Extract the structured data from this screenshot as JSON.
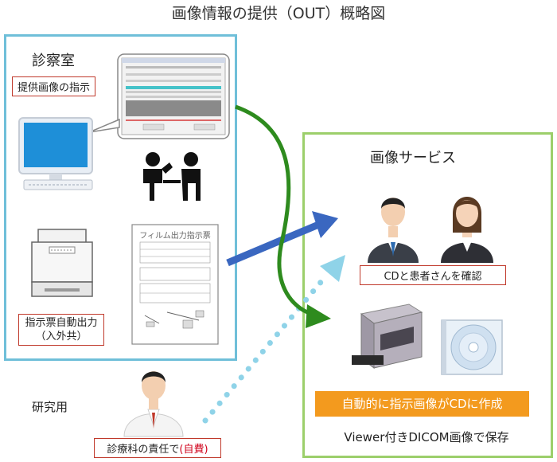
{
  "diagram": {
    "title": "画像情報の提供（OUT）概略図",
    "consult_room": {
      "heading": "診察室",
      "instruction_label": "提供画像の指示",
      "print_label_line1": "指示票自動出力",
      "print_label_line2": "（入外共）",
      "form_title": "フィルム出力指示票"
    },
    "image_service": {
      "heading": "画像サービス",
      "confirm_label": "CDと患者さんを確認",
      "auto_label": "自動的に指示画像がCDに作成",
      "save_label": "Viewer付きDICOM画像で保存"
    },
    "research": {
      "label": "研究用",
      "note_prefix": "診療科の責任で",
      "note_highlight": "(自費)"
    },
    "colors": {
      "room_border": "#6fbfd9",
      "service_border": "#9ccf6b",
      "green_arrow": "#2e8b1e",
      "blue_arrow": "#3a67c0",
      "dotted_arrow": "#8fd3e8",
      "orange_box": "#f39a1e",
      "red_accent": "#d0021b"
    }
  }
}
